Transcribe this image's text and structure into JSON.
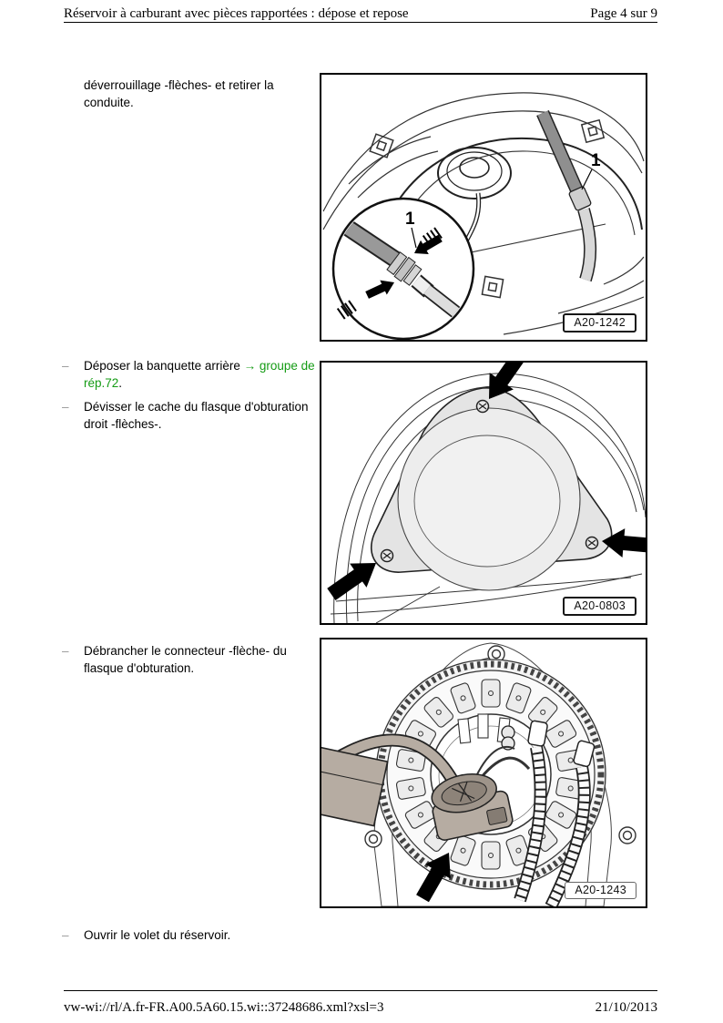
{
  "header": {
    "title": "Réservoir à carburant avec pièces rapportées : dépose et repose",
    "page_label": "Page 4 sur 9"
  },
  "footer": {
    "source_url": "vw-wi://rl/A.fr-FR.A00.5A60.15.wi::37248686.xml?xsl=3",
    "date": "21/10/2013"
  },
  "colors": {
    "link_green": "#149b14",
    "bullet_gray": "#9a9a9a",
    "figure_border": "#000000",
    "cover_shade": "#e4e4e4",
    "hose_dark_gray": "#8f8f8f",
    "hose_light_gray": "#d8d8d8",
    "connector_tan": "#b6aca2",
    "arrow_black": "#000000"
  },
  "body": {
    "intro_continuation": "déverrouillage -flèches- et retirer la conduite.",
    "steps": [
      {
        "bullet": "–",
        "pre": "Déposer la banquette arrière ",
        "link": "→ groupe de rép.72",
        "post": "."
      },
      {
        "bullet": "–",
        "text": "Dévisser le cache du flasque d'obturation droit -flèches-."
      },
      {
        "bullet": "–",
        "text": "Débrancher le connecteur -flèche- du flasque d'obturation."
      },
      {
        "bullet": "–",
        "text": "Ouvrir le volet du réservoir."
      }
    ]
  },
  "figures": [
    {
      "id": "A20-1242",
      "callout_main": "1",
      "callout_inset": "1"
    },
    {
      "id": "A20-0803"
    },
    {
      "id": "A20-1243"
    }
  ]
}
